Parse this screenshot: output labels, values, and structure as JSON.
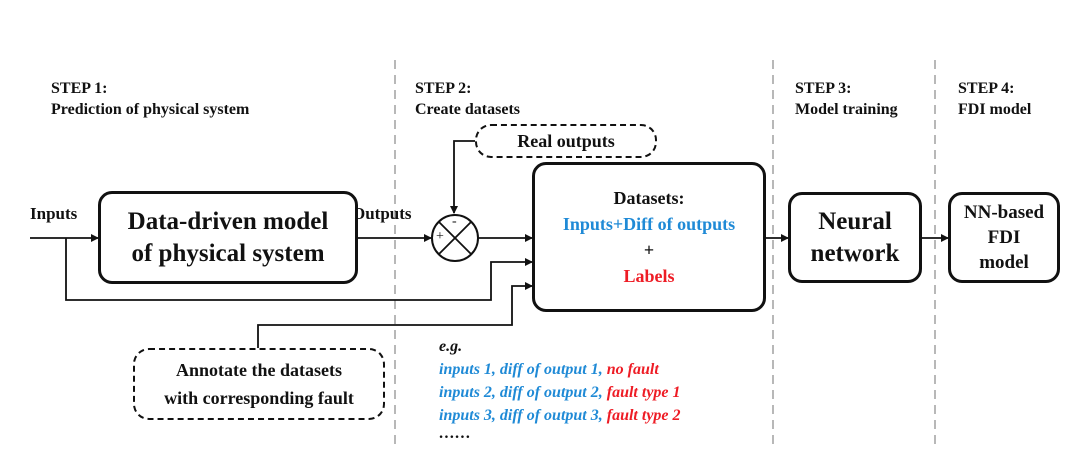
{
  "steps": [
    {
      "title": "STEP 1:",
      "subtitle": "Prediction of physical system"
    },
    {
      "title": "STEP 2:",
      "subtitle": "Create datasets"
    },
    {
      "title": "STEP 3:",
      "subtitle": "Model training"
    },
    {
      "title": "STEP 4:",
      "subtitle": "FDI model"
    }
  ],
  "labels": {
    "inputs": "Inputs",
    "outputs": "Outputs"
  },
  "boxes": {
    "data_driven": {
      "line1": "Data-driven model",
      "line2": "of physical system"
    },
    "real_outputs": "Real outputs",
    "datasets": {
      "title": "Datasets:",
      "line1": "Inputs+Diff of outputs",
      "plus": "+",
      "labels": "Labels"
    },
    "neural": {
      "line1": "Neural",
      "line2": "network"
    },
    "fdi": {
      "line1": "NN-based",
      "line2": "FDI",
      "line3": "model"
    },
    "annotate": {
      "line1": "Annotate the datasets",
      "line2": "with corresponding fault"
    }
  },
  "comparator": {
    "plus": "+",
    "minus": "-"
  },
  "example": {
    "eg": "e.g.",
    "rows": [
      {
        "data": "inputs 1, diff of output 1, ",
        "fault": "no fault"
      },
      {
        "data": "inputs 2, diff of output 2, ",
        "fault": "fault type 1"
      },
      {
        "data": "inputs 3, diff of output 3, ",
        "fault": "fault type 2"
      }
    ],
    "ellipsis": "……"
  },
  "colors": {
    "blue": "#1f8ad6",
    "red": "#ee1c25",
    "line": "#111111",
    "divider": "#a0a0a0"
  }
}
